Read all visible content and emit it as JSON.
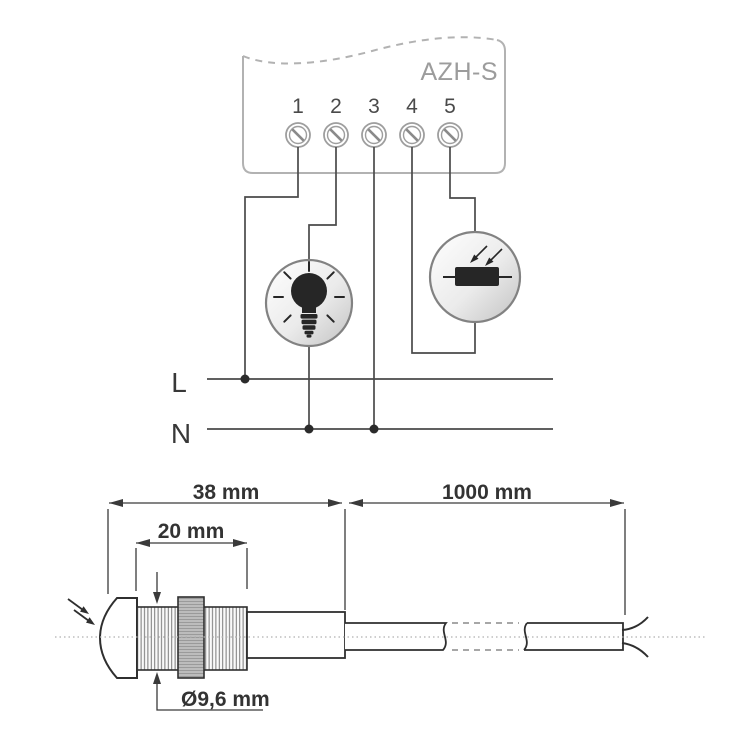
{
  "diagram": {
    "device_label": "AZH-S",
    "terminals": [
      "1",
      "2",
      "3",
      "4",
      "5"
    ],
    "line_label": "L",
    "neutral_label": "N"
  },
  "sensor_drawing": {
    "dim_total": "38 mm",
    "dim_cable": "1000 mm",
    "dim_thread": "20 mm",
    "dim_diameter": "Ø9,6 mm"
  },
  "colors": {
    "wire": "#4a4a4a",
    "device_outline": "#b2b2b2",
    "device_label_text": "#9c9c9c",
    "drawing_line": "#2f2f2f",
    "symbol_dark": "#262626"
  }
}
